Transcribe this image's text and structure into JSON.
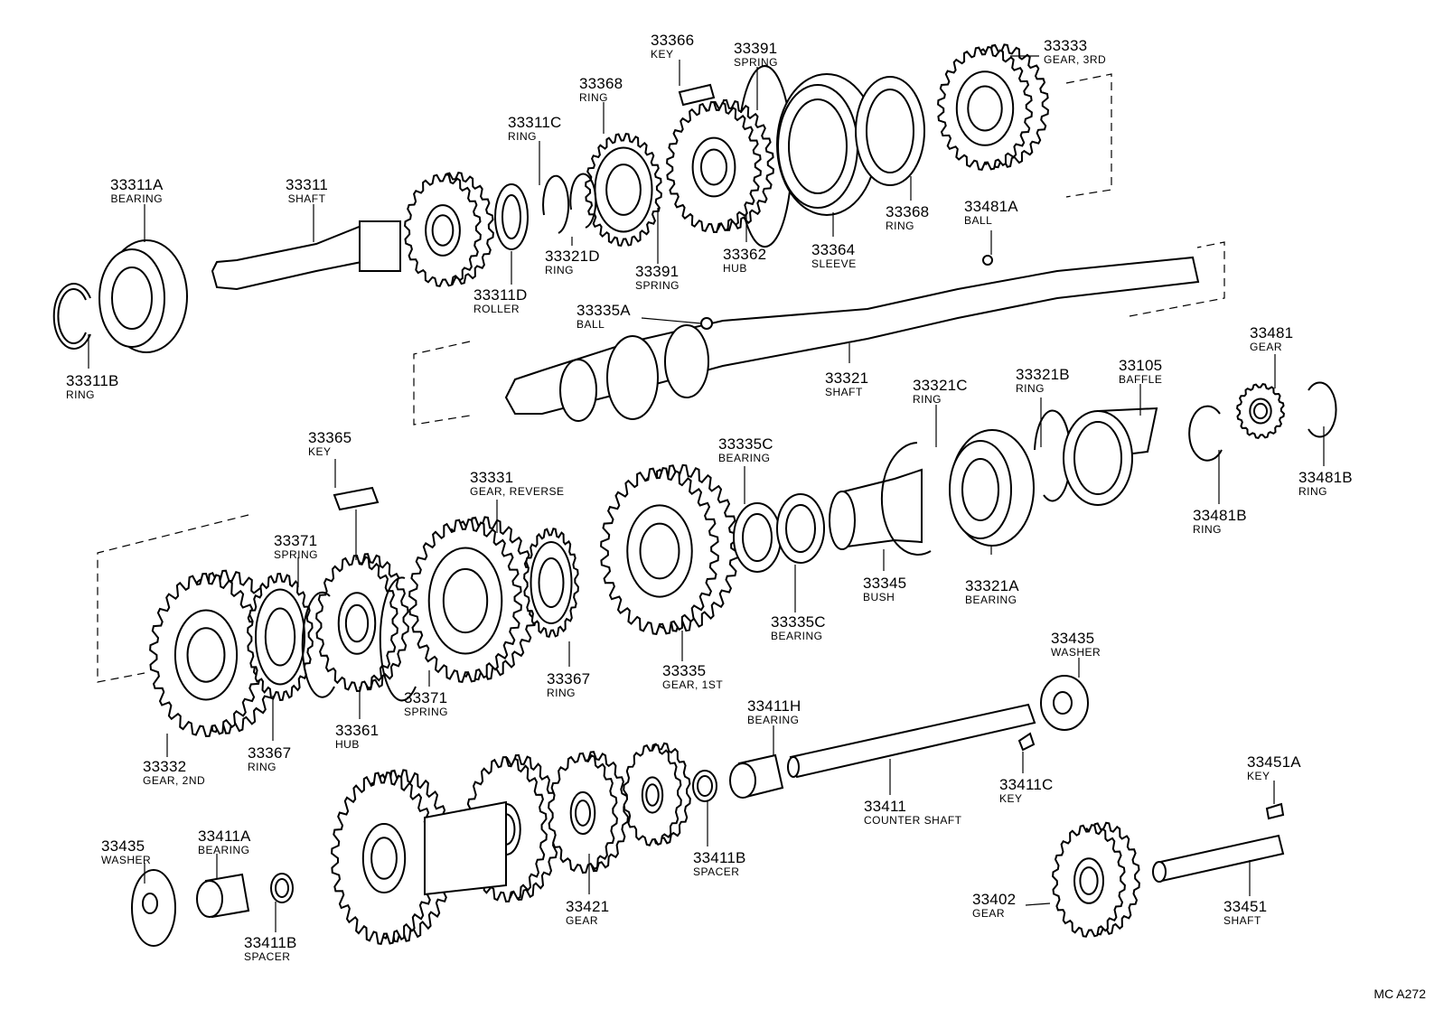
{
  "diagram": {
    "reference_code": "MC A272",
    "parts": [
      {
        "id": "p33311A",
        "number": "33311A",
        "name": "BEARING"
      },
      {
        "id": "p33311",
        "number": "33311",
        "name": "SHAFT"
      },
      {
        "id": "p33311B",
        "number": "33311B",
        "name": "RING"
      },
      {
        "id": "p33311C",
        "number": "33311C",
        "name": "RING"
      },
      {
        "id": "p33311D",
        "number": "33311D",
        "name": "ROLLER"
      },
      {
        "id": "p33321D",
        "number": "33321D",
        "name": "RING"
      },
      {
        "id": "p33368a",
        "number": "33368",
        "name": "RING"
      },
      {
        "id": "p33366",
        "number": "33366",
        "name": "KEY"
      },
      {
        "id": "p33391a",
        "number": "33391",
        "name": "SPRING"
      },
      {
        "id": "p33391b",
        "number": "33391",
        "name": "SPRING"
      },
      {
        "id": "p33362",
        "number": "33362",
        "name": "HUB"
      },
      {
        "id": "p33364",
        "number": "33364",
        "name": "SLEEVE"
      },
      {
        "id": "p33368b",
        "number": "33368",
        "name": "RING"
      },
      {
        "id": "p33333",
        "number": "33333",
        "name": "GEAR, 3RD"
      },
      {
        "id": "p33481A",
        "number": "33481A",
        "name": "BALL"
      },
      {
        "id": "p33335A",
        "number": "33335A",
        "name": "BALL"
      },
      {
        "id": "p33321",
        "number": "33321",
        "name": "SHAFT"
      },
      {
        "id": "p33321C",
        "number": "33321C",
        "name": "RING"
      },
      {
        "id": "p33321B",
        "number": "33321B",
        "name": "RING"
      },
      {
        "id": "p33105",
        "number": "33105",
        "name": "BAFFLE"
      },
      {
        "id": "p33481",
        "number": "33481",
        "name": "GEAR"
      },
      {
        "id": "p33481Ba",
        "number": "33481B",
        "name": "RING"
      },
      {
        "id": "p33481Bb",
        "number": "33481B",
        "name": "RING"
      },
      {
        "id": "p33365",
        "number": "33365",
        "name": "KEY"
      },
      {
        "id": "p33331",
        "number": "33331",
        "name": "GEAR, REVERSE"
      },
      {
        "id": "p33335Ca",
        "number": "33335C",
        "name": "BEARING"
      },
      {
        "id": "p33335Cb",
        "number": "33335C",
        "name": "BEARING"
      },
      {
        "id": "p33371a",
        "number": "33371",
        "name": "SPRING"
      },
      {
        "id": "p33371b",
        "number": "33371",
        "name": "SPRING"
      },
      {
        "id": "p33345",
        "number": "33345",
        "name": "BUSH"
      },
      {
        "id": "p33321A",
        "number": "33321A",
        "name": "BEARING"
      },
      {
        "id": "p33367a",
        "number": "33367",
        "name": "RING"
      },
      {
        "id": "p33367b",
        "number": "33367",
        "name": "RING"
      },
      {
        "id": "p33335",
        "number": "33335",
        "name": "GEAR, 1ST"
      },
      {
        "id": "p33361",
        "number": "33361",
        "name": "HUB"
      },
      {
        "id": "p33332",
        "number": "33332",
        "name": "GEAR, 2ND"
      },
      {
        "id": "p33435a",
        "number": "33435",
        "name": "WASHER"
      },
      {
        "id": "p33411H",
        "number": "33411H",
        "name": "BEARING"
      },
      {
        "id": "p33411C",
        "number": "33411C",
        "name": "KEY"
      },
      {
        "id": "p33411",
        "number": "33411",
        "name": "COUNTER SHAFT"
      },
      {
        "id": "p33451A",
        "number": "33451A",
        "name": "KEY"
      },
      {
        "id": "p33435b",
        "number": "33435",
        "name": "WASHER"
      },
      {
        "id": "p33411A",
        "number": "33411A",
        "name": "BEARING"
      },
      {
        "id": "p33411Ba",
        "number": "33411B",
        "name": "SPACER"
      },
      {
        "id": "p33411Bb",
        "number": "33411B",
        "name": "SPACER"
      },
      {
        "id": "p33421",
        "number": "33421",
        "name": "GEAR"
      },
      {
        "id": "p33402",
        "number": "33402",
        "name": "GEAR"
      },
      {
        "id": "p33451",
        "number": "33451",
        "name": "SHAFT"
      }
    ]
  }
}
